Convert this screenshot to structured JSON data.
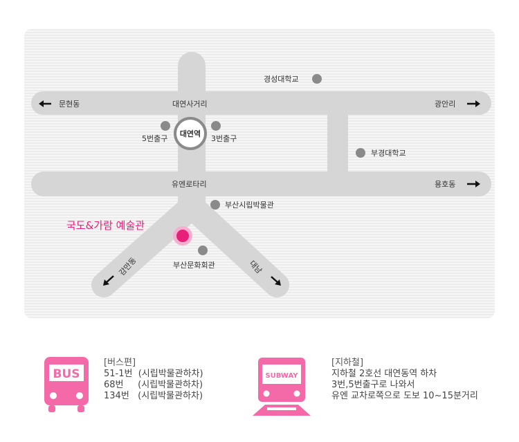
{
  "map": {
    "labels": {
      "munhyeon": "문현동",
      "daeyeon_intersection": "대연사거리",
      "gwangan": "광안리",
      "kyungsung_univ": "경성대학교",
      "station": "대연역",
      "exit5": "5번출구",
      "exit3": "3번출구",
      "pukyong_univ": "부경대학교",
      "un_rotary": "유엔로타리",
      "yongho": "용호동",
      "museum": "부산시립박물관",
      "venue": "국도&가람 예술관",
      "culture_center": "부산문화회관",
      "gamman": "감만동",
      "daenam": "대남"
    },
    "colors": {
      "background": "#ececec",
      "stripe": "#f5f5f5",
      "road": "#d6d6d6",
      "point": "#8a8a8a",
      "accent": "#e8207a",
      "arrow": "#111111"
    }
  },
  "bus": {
    "icon_text": "BUS",
    "title": "[버스편]",
    "rows": [
      "51-1번  (시립박물관하차)",
      "68번     (시립박물관하차)",
      "134번   (시립박물관하차)"
    ]
  },
  "subway": {
    "icon_text": "SUBWAY",
    "title": "[지하철]",
    "rows": [
      "지하철 2호선 대연동역 하차",
      "3번,5번출구로 나와서",
      "유엔 교차로쪽으로 도보 10~15분거리"
    ]
  },
  "icons": {
    "bus": "bus-icon",
    "subway": "subway-icon",
    "arrow": "arrow-icon",
    "point": "location-dot-icon"
  }
}
